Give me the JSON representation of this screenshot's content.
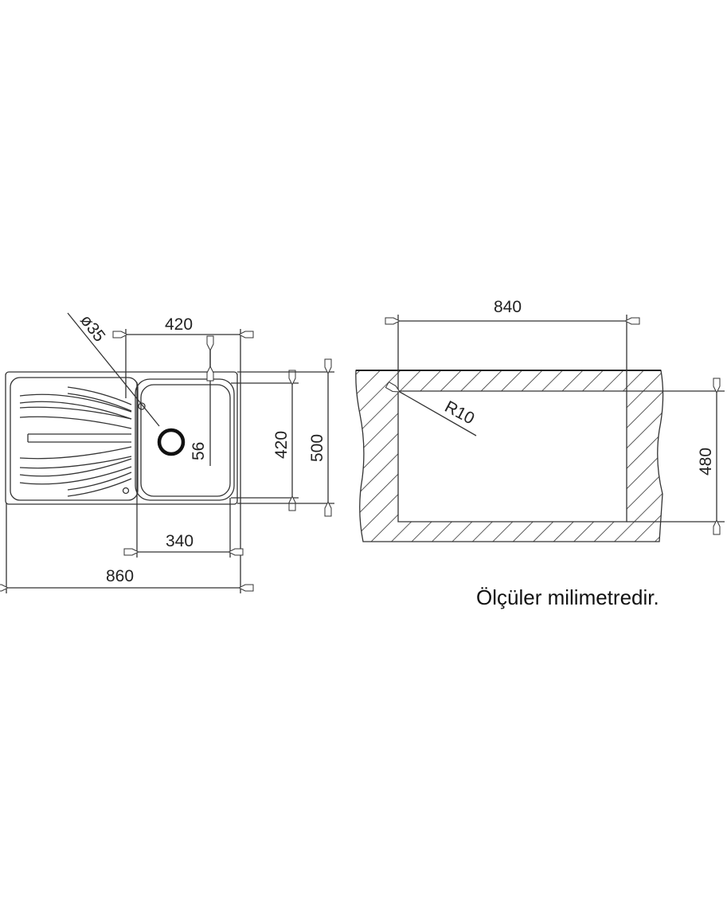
{
  "sink_plan": {
    "dim_bowl_overall_width": "420",
    "dim_drain_offset": "56",
    "dim_bowl_depth": "420",
    "dim_overall_depth": "500",
    "dim_bowl_inner_width": "340",
    "dim_overall_width": "860",
    "dim_tap_hole": "ø35"
  },
  "cutout": {
    "dim_width": "840",
    "dim_depth": "480",
    "dim_radius": "R10"
  },
  "caption": "Ölçüler milimetredir."
}
